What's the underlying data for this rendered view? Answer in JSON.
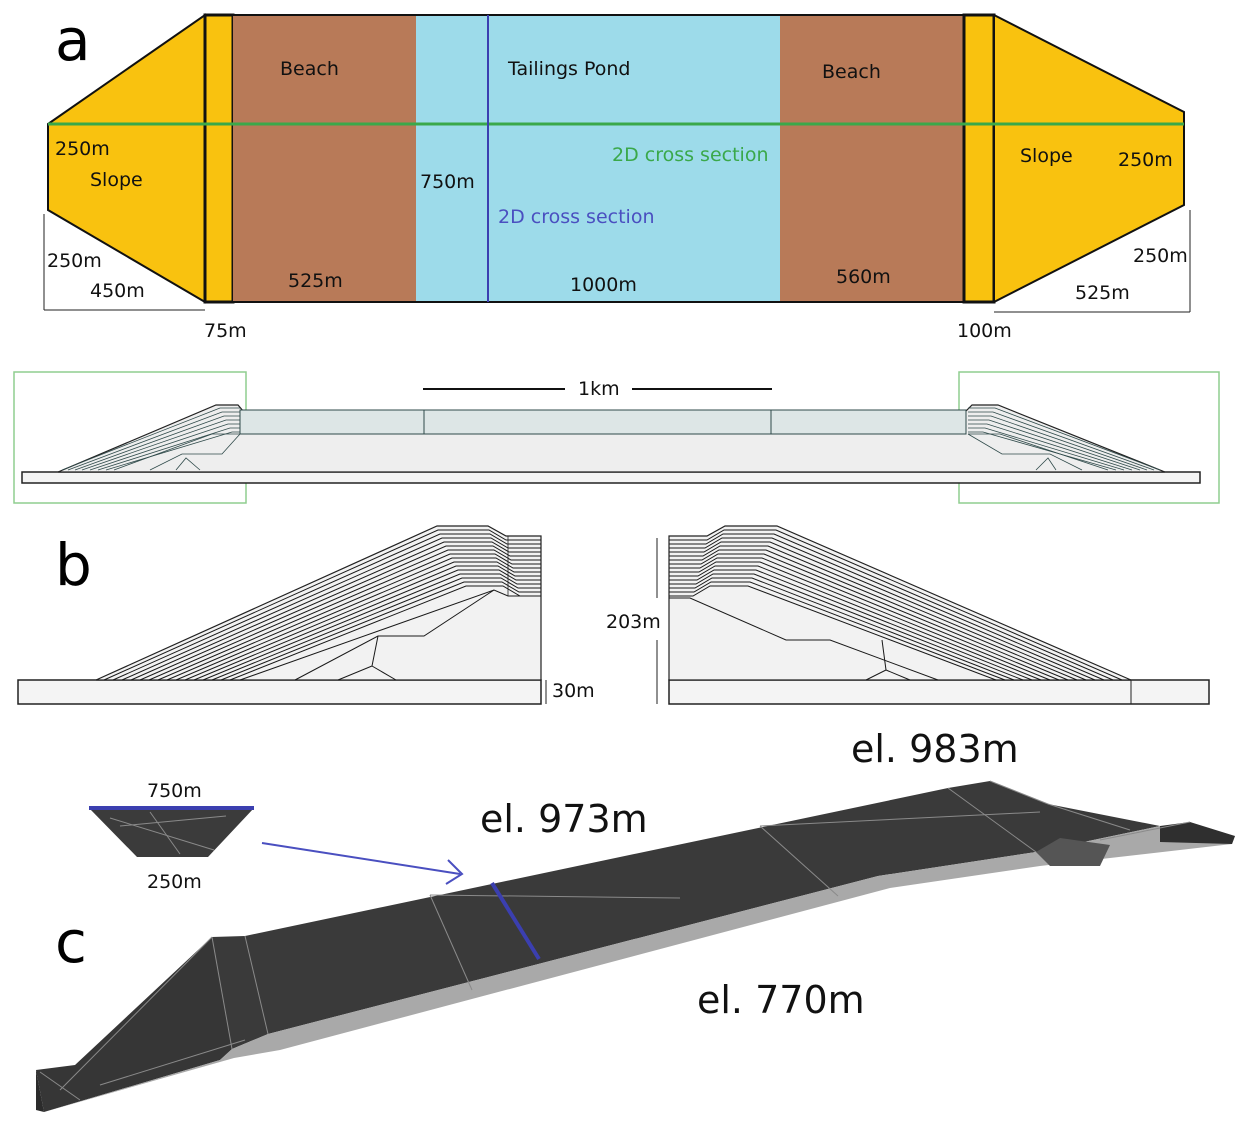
{
  "panels": {
    "a": "a",
    "b": "b",
    "c": "c"
  },
  "plan_view": {
    "left_slope_label": "Slope",
    "right_slope_label": "Slope",
    "left_beach_label": "Beach",
    "right_beach_label": "Beach",
    "pond_label": "Tailings Pond",
    "green_section_label": "2D cross section",
    "blue_section_label": "2D cross section",
    "dims": {
      "left_top": "250m",
      "left_side": "250m",
      "left_bottom": "450m",
      "left_dam": "75m",
      "left_beach": "525m",
      "pond_width": "750m",
      "pond_length": "1000m",
      "right_beach": "560m",
      "right_dam": "100m",
      "right_top": "250m",
      "right_side": "250m",
      "right_bottom": "525m"
    },
    "colors": {
      "slope": "#f9c20f",
      "beach": "#b87a58",
      "pond": "#9ddbea",
      "green_line": "#3aa84a",
      "blue_line": "#3b3fb0",
      "frame_green": "#8fce8f"
    }
  },
  "cross_section": {
    "scale_label": "1km",
    "height_label": "203m",
    "base_label": "30m"
  },
  "model_3d": {
    "inset_top": "750m",
    "inset_bottom": "250m",
    "elev_top_right": "el. 983m",
    "elev_top_mid": "el. 973m",
    "elev_bottom": "el. 770m",
    "colors": {
      "surface": "#3b3b3b",
      "face": "#a8a8a8",
      "arrow": "#4a4fc0"
    }
  }
}
